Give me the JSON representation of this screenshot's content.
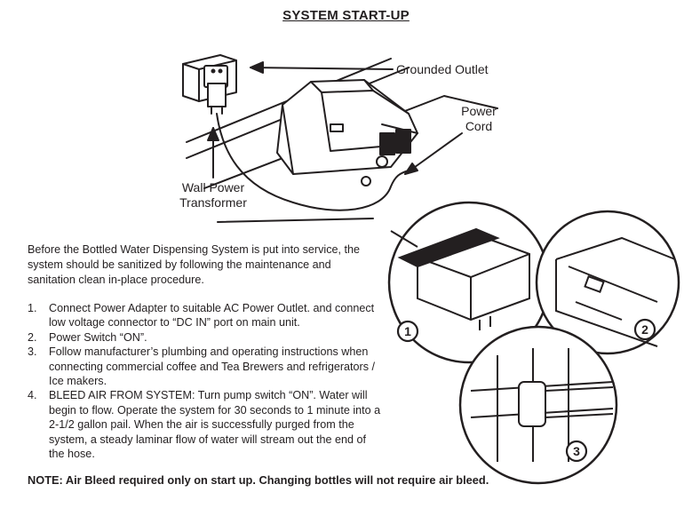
{
  "title": "SYSTEM START-UP",
  "callouts": {
    "grounded_outlet": "Grounded Outlet",
    "power_cord_line1": "Power",
    "power_cord_line2": "Cord",
    "transformer_line1": "Wall Power",
    "transformer_line2": "Transformer"
  },
  "intro": "Before the Bottled Water Dispensing System is put into service, the system should be sanitized by following the maintenance and sanitation clean in-place procedure.",
  "steps": [
    {
      "num": "1.",
      "text": "Connect Power Adapter to suitable AC Power Outlet. and connect low voltage connector to “DC IN” port on main unit."
    },
    {
      "num": "2.",
      "text": "Power Switch “ON”."
    },
    {
      "num": "3.",
      "text": "Follow manufacturer’s plumbing and operating instructions when connecting commercial coffee and Tea Brewers and refrigerators / Ice makers."
    },
    {
      "num": "4.",
      "text": "BLEED AIR FROM SYSTEM: Turn pump switch “ON”. Water will begin to flow. Operate the system for 30 seconds to 1 minute into a 2-1/2 gallon pail. When the air is successfully purged from the system, a steady laminar flow of water will stream out the end of the hose."
    }
  ],
  "note": "NOTE: Air Bleed required only on start up. Changing bottles will not require air bleed.",
  "detail_badges": [
    "1",
    "2",
    "3"
  ]
}
